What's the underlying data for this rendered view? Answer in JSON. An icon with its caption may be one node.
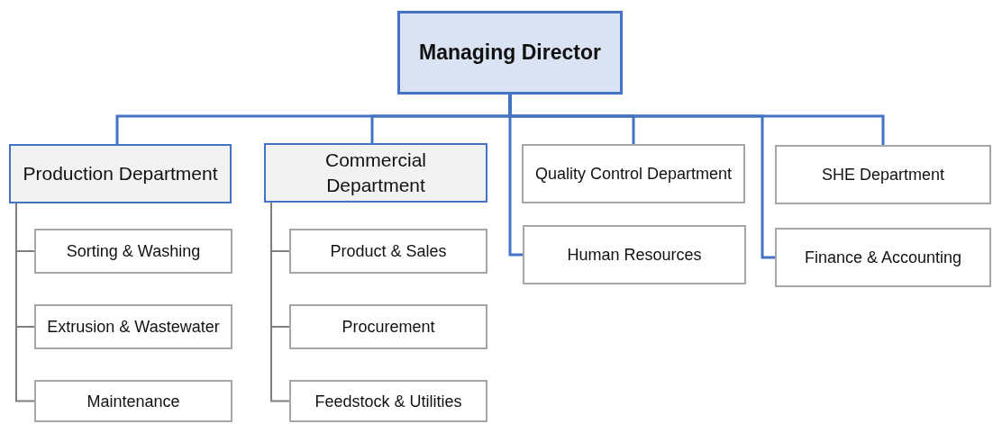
{
  "diagram": {
    "nodes": [
      {
        "text": [
          "Managing Director"
        ]
      },
      {
        "text": [
          "Production Department"
        ]
      },
      {
        "text": [
          "Commercial Department"
        ]
      },
      {
        "text": [
          "Quality Control Department"
        ]
      },
      {
        "text": [
          "SHE Department"
        ]
      },
      {
        "text": [
          "Human Resources"
        ]
      },
      {
        "text": [
          "Finance & Accounting"
        ]
      },
      {
        "text": [
          "Sorting & Washing"
        ]
      },
      {
        "text": [
          "Extrusion & Wastewater"
        ]
      },
      {
        "text": [
          "Maintenance"
        ]
      },
      {
        "text": [
          "Product & Sales"
        ]
      },
      {
        "text": [
          "Procurement"
        ]
      },
      {
        "text": [
          "Feedstock & Utilities"
        ]
      }
    ],
    "edges": [
      {
        "from": 0,
        "to": 1,
        "arrow": "none",
        "color": "#4472c4"
      },
      {
        "from": 0,
        "to": 2,
        "arrow": "none",
        "color": "#4472c4"
      },
      {
        "from": 0,
        "to": 5,
        "arrow": "none",
        "color": "#4472c4"
      },
      {
        "from": 0,
        "to": 3,
        "arrow": "none",
        "color": "#4472c4"
      },
      {
        "from": 0,
        "to": 6,
        "arrow": "none",
        "color": "#4472c4"
      },
      {
        "from": 0,
        "to": 4,
        "arrow": "none",
        "color": "#4472c4"
      },
      {
        "from": 1,
        "to": 7,
        "arrow": "none",
        "color": "#7f7f7f"
      },
      {
        "from": 1,
        "to": 8,
        "arrow": "none",
        "color": "#7f7f7f"
      },
      {
        "from": 1,
        "to": 9,
        "arrow": "none",
        "color": "#7f7f7f"
      },
      {
        "from": 2,
        "to": 10,
        "arrow": "none",
        "color": "#7f7f7f"
      },
      {
        "from": 2,
        "to": 11,
        "arrow": "none",
        "color": "#7f7f7f"
      },
      {
        "from": 2,
        "to": 12,
        "arrow": "none",
        "color": "#7f7f7f"
      }
    ]
  }
}
